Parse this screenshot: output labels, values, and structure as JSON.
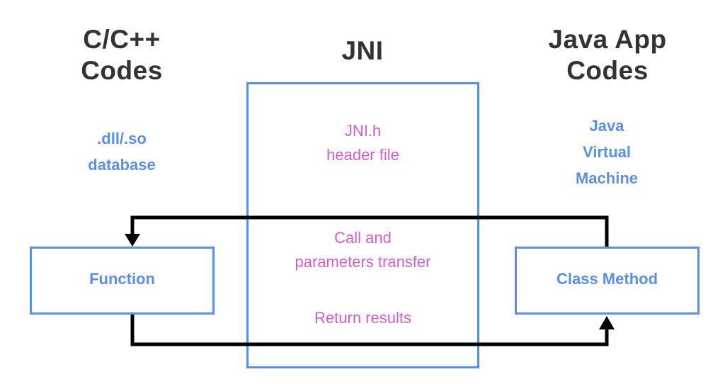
{
  "left_column": {
    "title_line1": "C/C++",
    "title_line2": "Codes",
    "desc_line1": ".dll/.so",
    "desc_line2": "database",
    "box_label": "Function"
  },
  "center_column": {
    "title": "JNI",
    "header_line1": "JNI.h",
    "header_line2": "header file",
    "call_line1": "Call and",
    "call_line2": "parameters transfer",
    "return_label": "Return results"
  },
  "right_column": {
    "title_line1": "Java App",
    "title_line2": "Codes",
    "desc_line1": "Java",
    "desc_line2": "Virtual",
    "desc_line3": "Machine",
    "box_label": "Class Method"
  },
  "colors": {
    "heading": "#333333",
    "box_border": "#5b8fe6",
    "accent_blue": "#5b8fe6",
    "accent_pink": "#d35ed3",
    "arrow": "#000000"
  }
}
